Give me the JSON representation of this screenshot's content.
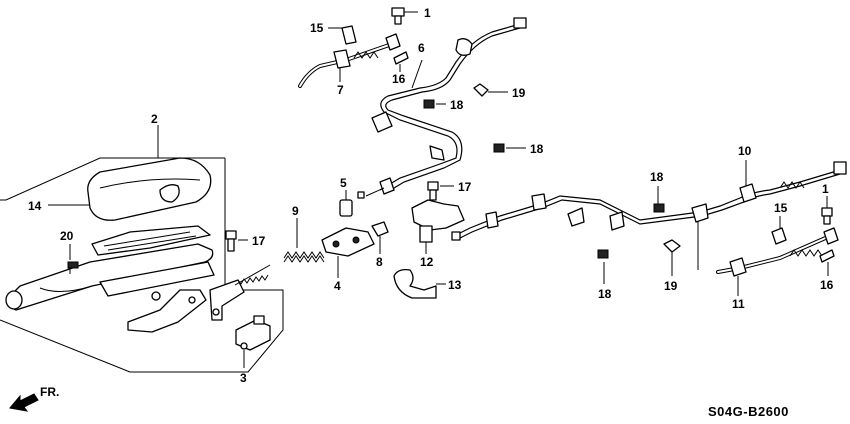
{
  "diagram": {
    "code": "S04G-B2600",
    "direction_label": "FR.",
    "callouts": [
      {
        "id": "c1a",
        "text": "1"
      },
      {
        "id": "c15a",
        "text": "15"
      },
      {
        "id": "c7",
        "text": "7"
      },
      {
        "id": "c6",
        "text": "6"
      },
      {
        "id": "c16a",
        "text": "16"
      },
      {
        "id": "c19a",
        "text": "19"
      },
      {
        "id": "c18a",
        "text": "18"
      },
      {
        "id": "c18b",
        "text": "18"
      },
      {
        "id": "c2",
        "text": "2"
      },
      {
        "id": "c14",
        "text": "14"
      },
      {
        "id": "c5",
        "text": "5"
      },
      {
        "id": "c17a",
        "text": "17"
      },
      {
        "id": "c10",
        "text": "10"
      },
      {
        "id": "c18c",
        "text": "18"
      },
      {
        "id": "c1b",
        "text": "1"
      },
      {
        "id": "c9",
        "text": "9"
      },
      {
        "id": "c17b",
        "text": "17"
      },
      {
        "id": "c20",
        "text": "20"
      },
      {
        "id": "c15b",
        "text": "15"
      },
      {
        "id": "c8",
        "text": "8"
      },
      {
        "id": "c12",
        "text": "12"
      },
      {
        "id": "c4",
        "text": "4"
      },
      {
        "id": "c13",
        "text": "13"
      },
      {
        "id": "c19b",
        "text": "19"
      },
      {
        "id": "c16b",
        "text": "16"
      },
      {
        "id": "c11",
        "text": "11"
      },
      {
        "id": "c18d",
        "text": "18"
      },
      {
        "id": "c3",
        "text": "3"
      }
    ]
  }
}
